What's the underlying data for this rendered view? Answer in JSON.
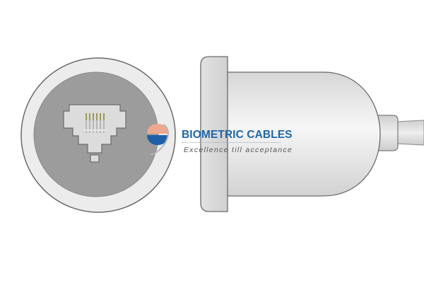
{
  "image": {
    "description": "Product illustration of a medical sensor cable connector: front face showing RJ-style modular jack and side view of the molded connector housing with cable",
    "colors": {
      "background": "#ffffff",
      "housing": "#e6e6e6",
      "face_inner": "#9a9a9a",
      "outline": "#6a6a6a",
      "jack": "#dcdcdc",
      "pins": "#9a9a55"
    }
  },
  "watermark": {
    "brand": "BIOMETRIC CABLES",
    "tagline": "Excellence till acceptance",
    "colors": {
      "brand_text": "#1f67a8",
      "logo_top": "#eda98f",
      "logo_bottom": "#1f5fa8",
      "tagline_text": "#555555"
    }
  },
  "jack": {
    "pin_count": 6
  }
}
